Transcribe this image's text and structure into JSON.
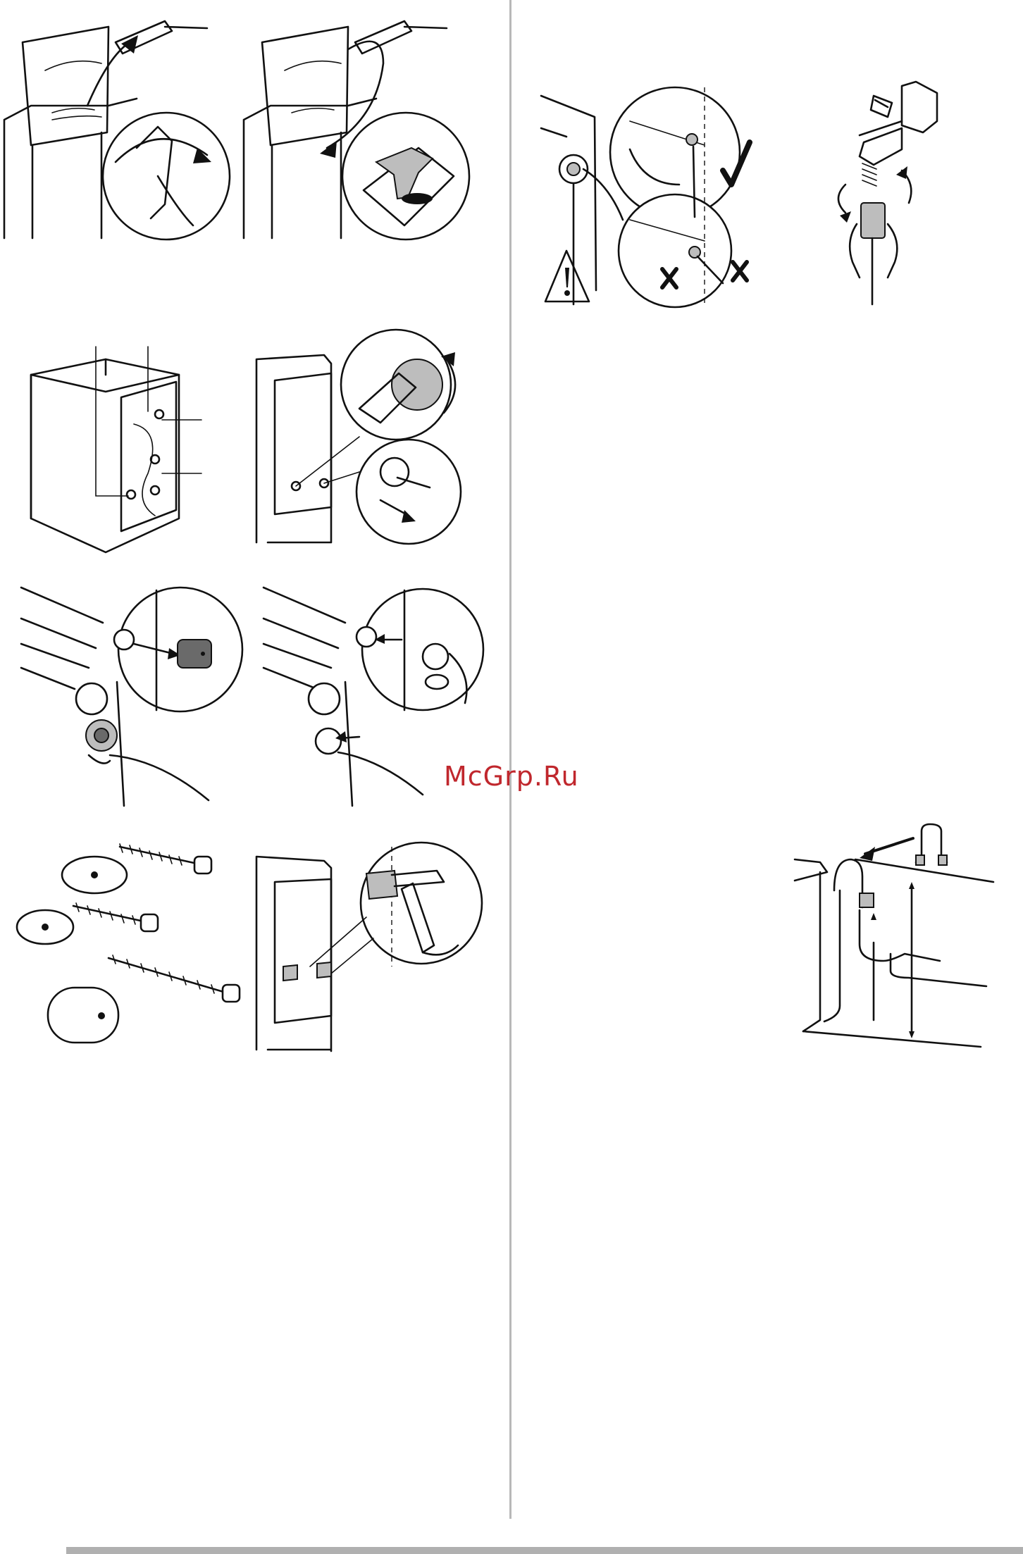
{
  "watermark": {
    "text": "McGrp.Ru",
    "color": "#c0272d"
  },
  "figures": [
    {
      "id": "fig-lid-remove-transit",
      "icon": "lid-and-transit-piece-illustration"
    },
    {
      "id": "fig-transit-support",
      "icon": "polystyrene-support-illustration"
    },
    {
      "id": "fig-rear-bolts",
      "icon": "rear-panel-bolts-illustration"
    },
    {
      "id": "fig-unscrew-bolts",
      "icon": "unscrew-bolts-illustration"
    },
    {
      "id": "fig-remove-spacers",
      "icon": "remove-spacers-illustration"
    },
    {
      "id": "fig-insert-caps",
      "icon": "insert-plastic-caps-illustration"
    },
    {
      "id": "fig-transit-parts",
      "icon": "bolts-washers-spacers-illustration"
    },
    {
      "id": "fig-cut-hose-clip",
      "icon": "cut-hose-guide-illustration"
    },
    {
      "id": "fig-inlet-hose-angle",
      "icon": "inlet-hose-orientation-illustration"
    },
    {
      "id": "fig-tap-connection",
      "icon": "tap-connection-illustration"
    },
    {
      "id": "fig-drain-hose",
      "icon": "drain-hose-siphon-illustration"
    }
  ],
  "colors": {
    "line": "#111111",
    "gray": "#bdbdbd",
    "divider": "#b8b8b8",
    "footer": "#b0b0b0"
  }
}
